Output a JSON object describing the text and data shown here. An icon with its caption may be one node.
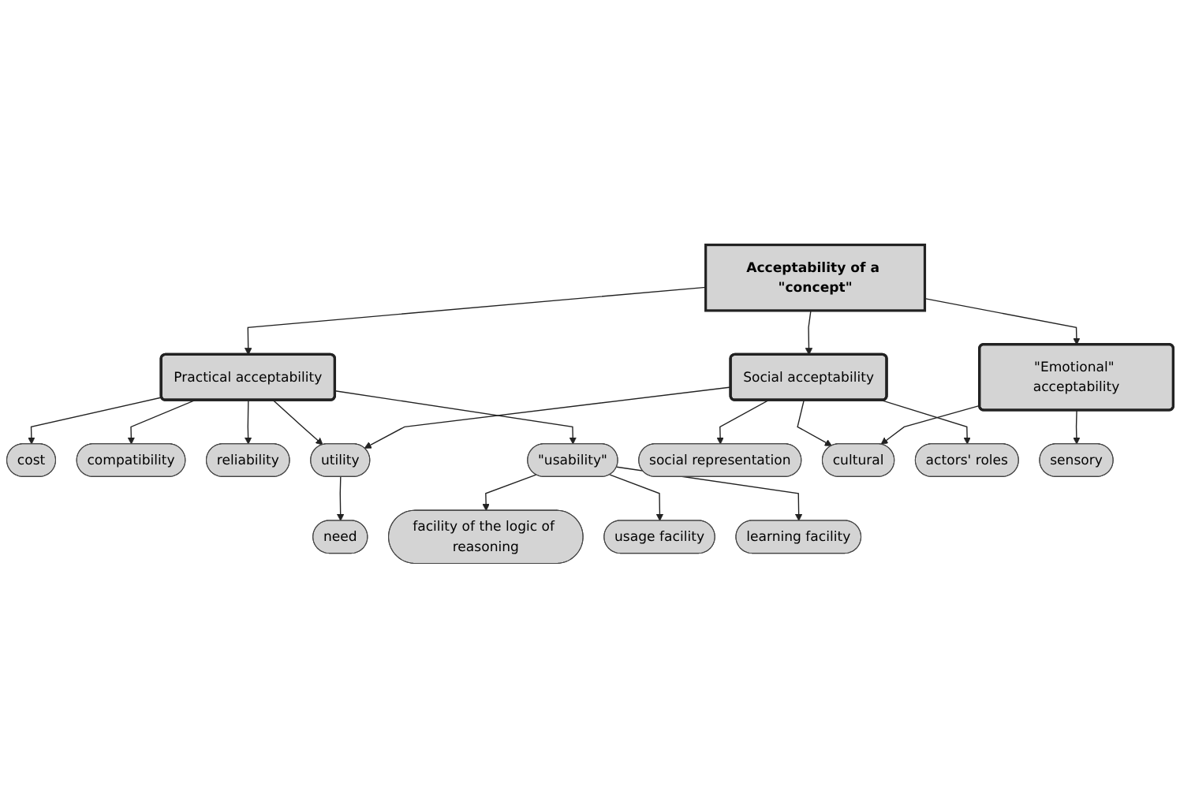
{
  "diagram": {
    "nodes": [
      {
        "text": [
          "Acceptability of a \"concept\""
        ]
      },
      {
        "text": [
          "Practical acceptability"
        ]
      },
      {
        "text": [
          "Social acceptability"
        ]
      },
      {
        "text": [
          "\"Emotional\" acceptability"
        ]
      },
      {
        "text": [
          "cost"
        ]
      },
      {
        "text": [
          "compatibility"
        ]
      },
      {
        "text": [
          "reliability"
        ]
      },
      {
        "text": [
          "utility"
        ]
      },
      {
        "text": [
          "need"
        ]
      },
      {
        "text": [
          "\"usability\""
        ]
      },
      {
        "text": [
          "facility of the logic of reasoning"
        ]
      },
      {
        "text": [
          "usage facility"
        ]
      },
      {
        "text": [
          "learning facility"
        ]
      },
      {
        "text": [
          "social representation"
        ]
      },
      {
        "text": [
          "cultural"
        ]
      },
      {
        "text": [
          "actors' roles"
        ]
      },
      {
        "text": [
          "sensory"
        ]
      }
    ],
    "edges": [
      {
        "from": 0,
        "to": 1,
        "arrow": "to"
      },
      {
        "from": 0,
        "to": 2,
        "arrow": "to"
      },
      {
        "from": 0,
        "to": 3,
        "arrow": "to"
      },
      {
        "from": 1,
        "to": 4,
        "arrow": "to"
      },
      {
        "from": 1,
        "to": 5,
        "arrow": "to"
      },
      {
        "from": 1,
        "to": 6,
        "arrow": "to"
      },
      {
        "from": 1,
        "to": 7,
        "arrow": "to"
      },
      {
        "from": 1,
        "to": 9,
        "arrow": "to"
      },
      {
        "from": 2,
        "to": 7,
        "arrow": "to"
      },
      {
        "from": 7,
        "to": 8,
        "arrow": "to"
      },
      {
        "from": 2,
        "to": 13,
        "arrow": "to"
      },
      {
        "from": 2,
        "to": 14,
        "arrow": "to"
      },
      {
        "from": 2,
        "to": 15,
        "arrow": "to"
      },
      {
        "from": 3,
        "to": 14,
        "arrow": "to"
      },
      {
        "from": 3,
        "to": 16,
        "arrow": "to"
      },
      {
        "from": 9,
        "to": 10,
        "arrow": "to"
      },
      {
        "from": 9,
        "to": 11,
        "arrow": "to"
      },
      {
        "from": 9,
        "to": 12,
        "arrow": "to"
      }
    ]
  }
}
